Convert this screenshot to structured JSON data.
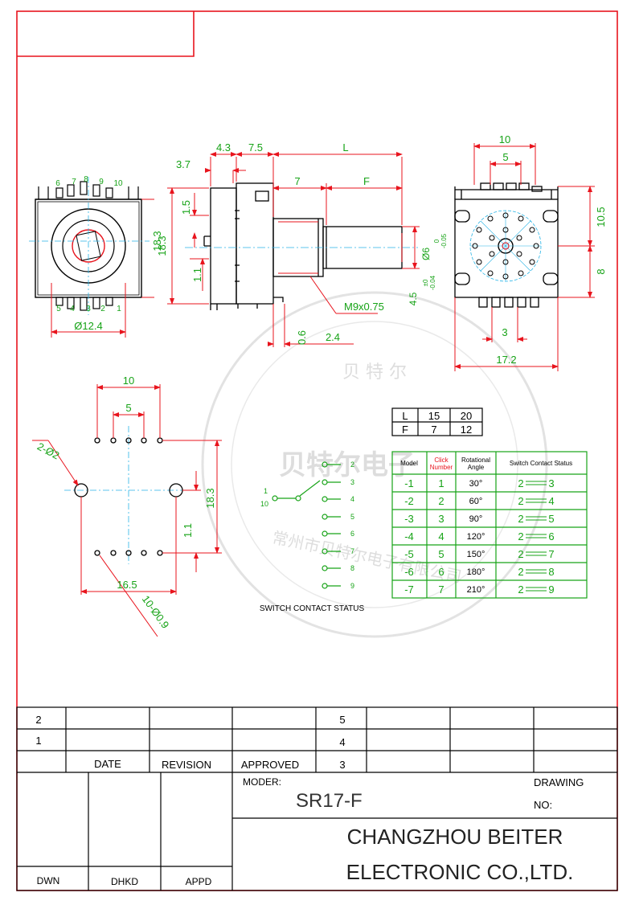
{
  "views": {
    "front": {
      "terminals_top": [
        "6",
        "7",
        "8",
        "9",
        "10"
      ],
      "terminals_bottom": [
        "5",
        "4",
        "3",
        "2",
        "1"
      ],
      "dim_width": "Ø12.4",
      "dim_height": "18.3"
    },
    "side": {
      "dims": {
        "d43": "4.3",
        "d75": "7.5",
        "L": "L",
        "d37": "3.7",
        "d15": "1.5",
        "d7": "7",
        "F": "F",
        "d183": "18.3",
        "d11": "1.1",
        "d6": "Ø6",
        "d6_tol": "0\n-0.05",
        "d45": "4.5",
        "d45_tol": "±0\n-0.04",
        "thread": "M9x0.75",
        "d06": "0.6",
        "d24": "2.4"
      }
    },
    "rear": {
      "dims": {
        "d10": "10",
        "d5": "5",
        "d105": "10.5",
        "d8": "8",
        "d3": "3",
        "d172": "17.2"
      }
    },
    "pcb": {
      "dims": {
        "d10": "10",
        "d5": "5",
        "holes2": "2-Ø2",
        "d183": "18.3",
        "d11": "1.1",
        "d165": "16.5",
        "holes10": "10-Ø0.9"
      }
    }
  },
  "lf_table": {
    "rows": [
      {
        "label": "L",
        "v15": "15",
        "v20": "20"
      },
      {
        "label": "F",
        "v15": "7",
        "v20": "12"
      }
    ]
  },
  "switch_diagram": {
    "caption": "SWITCH CONTACT STATUS",
    "common_labels": [
      "1",
      "10"
    ],
    "contacts": [
      "2",
      "3",
      "4",
      "5",
      "6",
      "7",
      "8",
      "9"
    ]
  },
  "model_table": {
    "headers": [
      "Model",
      "Click\nNumber",
      "Rotational\nAngle",
      "Switch Contact Status"
    ],
    "rows": [
      {
        "model": "-1",
        "click": "1",
        "angle": "30°",
        "status_from": "2",
        "status_to": "3"
      },
      {
        "model": "-2",
        "click": "2",
        "angle": "60°",
        "status_from": "2",
        "status_to": "4"
      },
      {
        "model": "-3",
        "click": "3",
        "angle": "90°",
        "status_from": "2",
        "status_to": "5"
      },
      {
        "model": "-4",
        "click": "4",
        "angle": "120°",
        "status_from": "2",
        "status_to": "6"
      },
      {
        "model": "-5",
        "click": "5",
        "angle": "150°",
        "status_from": "2",
        "status_to": "7"
      },
      {
        "model": "-6",
        "click": "6",
        "angle": "180°",
        "status_from": "2",
        "status_to": "8"
      },
      {
        "model": "-7",
        "click": "7",
        "angle": "210°",
        "status_from": "2",
        "status_to": "9"
      }
    ]
  },
  "watermark": {
    "top": "贝 特 尔",
    "center": "贝特尔电子",
    "bottom": "常州市贝特尔电子有限公司"
  },
  "title_block": {
    "revision_rows": [
      {
        "no": "2",
        "right_no": "5"
      },
      {
        "no": "1",
        "right_no": "4"
      }
    ],
    "header_date": "DATE",
    "header_revision": "REVISION",
    "header_approved": "APPROVED",
    "header_right_no": "3",
    "moder_label": "MODER:",
    "moder_value": "SR17-F",
    "drawing_label": "DRAWING",
    "no_label": "NO:",
    "company_line1": "CHANGZHOU BEITER",
    "company_line2": "ELECTRONIC CO.,LTD.",
    "sign_dwn": "DWN",
    "sign_dhkd": "DHKD",
    "sign_appd": "APPD"
  },
  "colors": {
    "frame": "#e8141d",
    "dimension": "#17a317",
    "outline": "#000000"
  }
}
